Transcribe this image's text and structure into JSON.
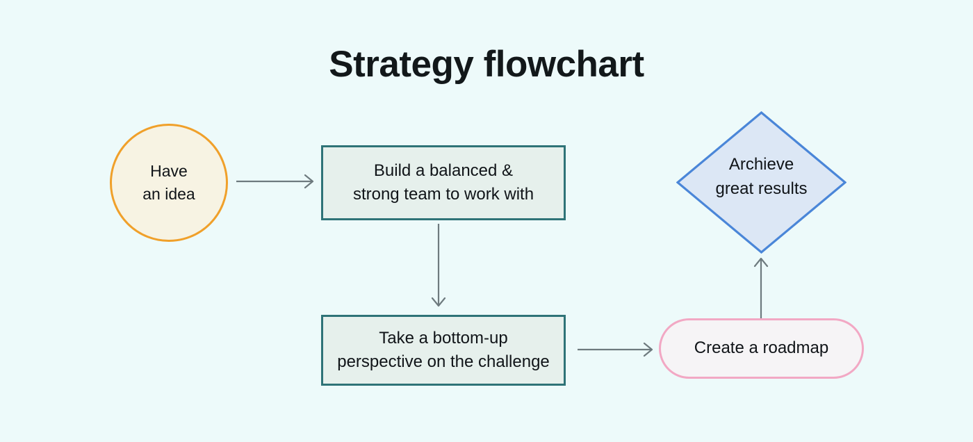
{
  "title": "Strategy flowchart",
  "background_color": "#EDFAFA",
  "nodes": {
    "idea": {
      "shape": "circle",
      "label": "Have\nan idea",
      "border_color": "#F0A02A",
      "fill_color": "#F7F3E3"
    },
    "team": {
      "shape": "rectangle",
      "label": "Build a balanced &\nstrong team to work with",
      "border_color": "#2E7377",
      "fill_color": "#E6F0EC"
    },
    "perspective": {
      "shape": "rectangle",
      "label": "Take a bottom-up\nperspective on the challenge",
      "border_color": "#2E7377",
      "fill_color": "#E6F0EC"
    },
    "roadmap": {
      "shape": "pill",
      "label": "Create a roadmap",
      "border_color": "#F2A8C4",
      "fill_color": "#F6F4F6"
    },
    "results": {
      "shape": "diamond",
      "label": "Archieve\ngreat results",
      "border_color": "#4A86D8",
      "fill_color": "#DCE7F5"
    }
  },
  "connectors": [
    {
      "name": "idea-to-team",
      "from": "idea",
      "to": "team",
      "direction": "right",
      "color": "#6E7A7E"
    },
    {
      "name": "team-to-perspective",
      "from": "team",
      "to": "perspective",
      "direction": "down",
      "color": "#6E7A7E"
    },
    {
      "name": "perspective-to-roadmap",
      "from": "perspective",
      "to": "roadmap",
      "direction": "right",
      "color": "#6E7A7E"
    },
    {
      "name": "roadmap-to-results",
      "from": "roadmap",
      "to": "results",
      "direction": "up",
      "color": "#6E7A7E"
    }
  ]
}
